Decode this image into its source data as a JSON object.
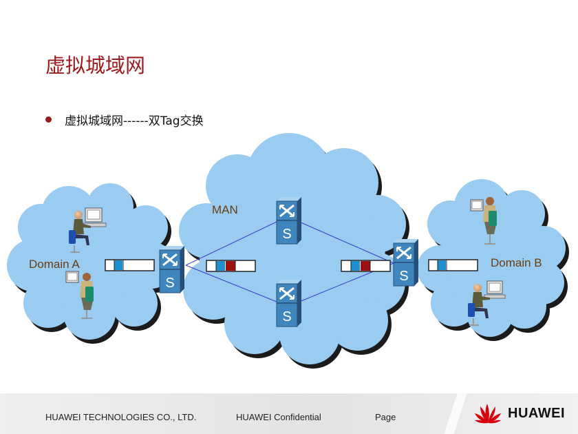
{
  "slide": {
    "title": "虚拟城域网",
    "bullet": "虚拟城域网------双Tag交换"
  },
  "diagram": {
    "man_label": "MAN",
    "domain_a_label": "Domain A",
    "domain_b_label": "Domain B",
    "switch_label": "S",
    "colors": {
      "cloud": "#99ccf0",
      "cloud_shadow": "#1b1b1b",
      "title": "#9c1a1c",
      "man_label": "#6b3d14",
      "switch_face": "#3f86bf",
      "switch_dark": "#254f77",
      "switch_light": "#a9d3f0",
      "tag_inner": "#1e8fcf",
      "tag_outer": "#9b1111",
      "link": "#3a3ad0"
    }
  },
  "footer": {
    "company": "HUAWEI TECHNOLOGIES CO., LTD.",
    "confidential": "HUAWEI Confidential",
    "page_label": "Page",
    "logo_text": "HUAWEI"
  }
}
